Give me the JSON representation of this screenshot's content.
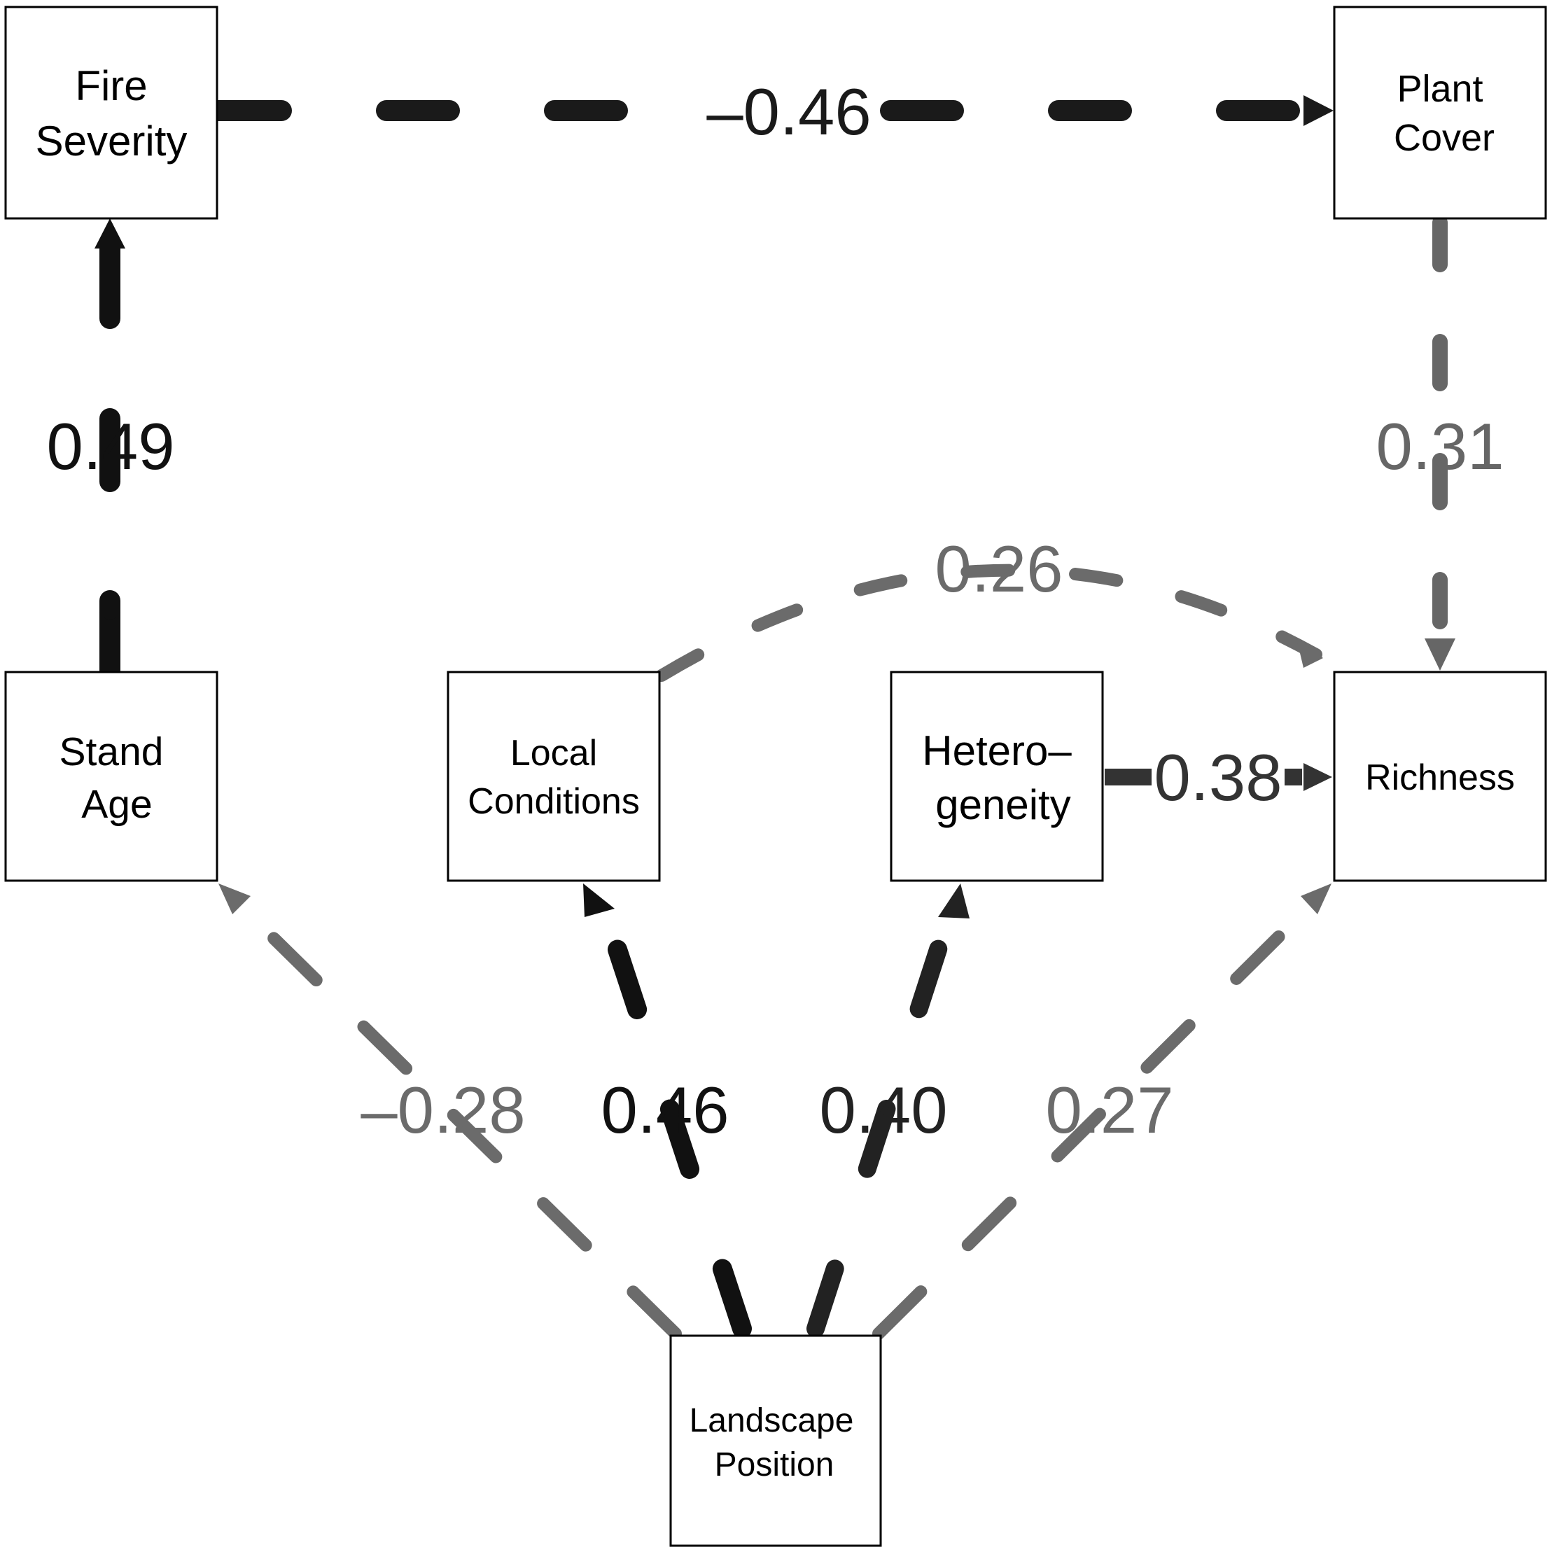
{
  "nodes": {
    "fire_severity": {
      "lines": [
        "Fire",
        "Severity"
      ]
    },
    "plant_cover": {
      "lines": [
        "Plant",
        "Cover"
      ]
    },
    "stand_age": {
      "lines": [
        "Stand",
        "Age"
      ]
    },
    "local_conditions": {
      "lines": [
        "Local",
        "Conditions"
      ]
    },
    "heterogeneity": {
      "lines": [
        "Hetero–",
        "geneity"
      ]
    },
    "richness": {
      "lines": [
        "Richness"
      ]
    },
    "landscape_position": {
      "lines": [
        "Landscape",
        "Position"
      ]
    }
  },
  "edges": [
    {
      "id": "fire-to-plant",
      "from": "Fire Severity",
      "to": "Plant Cover",
      "label": "–0.46",
      "color": "#1a1a1a",
      "style": "dashed"
    },
    {
      "id": "stand-to-fire",
      "from": "Stand Age",
      "to": "Fire Severity",
      "label": "0.49",
      "color": "#111111",
      "style": "dashed"
    },
    {
      "id": "plant-to-richness",
      "from": "Plant Cover",
      "to": "Richness",
      "label": "0.31",
      "color": "#666666",
      "style": "dashed"
    },
    {
      "id": "local-to-richness",
      "from": "Local Conditions",
      "to": "Richness",
      "label": "0.26",
      "color": "#6b6b6b",
      "style": "dashed"
    },
    {
      "id": "hetero-to-richness",
      "from": "Heterogeneity",
      "to": "Richness",
      "label": "0.38",
      "color": "#333333",
      "style": "solid"
    },
    {
      "id": "landscape-to-stand",
      "from": "Landscape Position",
      "to": "Stand Age",
      "label": "–0.28",
      "color": "#6b6b6b",
      "style": "dashed"
    },
    {
      "id": "landscape-to-local",
      "from": "Landscape Position",
      "to": "Local Conditions",
      "label": "0.46",
      "color": "#111111",
      "style": "dashed"
    },
    {
      "id": "landscape-to-hetero",
      "from": "Landscape Position",
      "to": "Heterogeneity",
      "label": "0.40",
      "color": "#222222",
      "style": "dashed"
    },
    {
      "id": "landscape-to-richness",
      "from": "Landscape Position",
      "to": "Richness",
      "label": "0.27",
      "color": "#6b6b6b",
      "style": "dashed"
    }
  ]
}
